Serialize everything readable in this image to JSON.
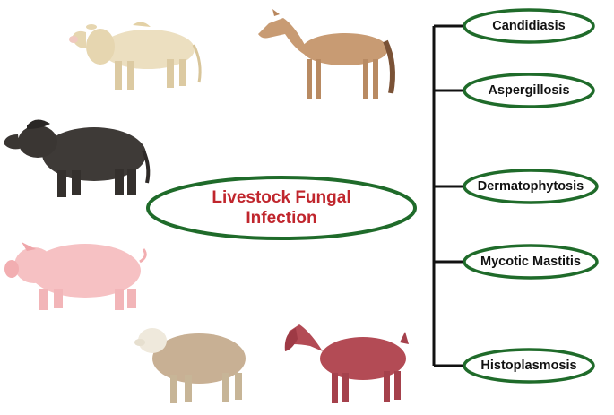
{
  "central": {
    "line1": "Livestock Fungal",
    "line2": "Infection"
  },
  "diseases": [
    {
      "label": "Candidiasis"
    },
    {
      "label": "Aspergillosis"
    },
    {
      "label": "Dermatophytosis"
    },
    {
      "label": "Mycotic Mastitis"
    },
    {
      "label": "Histoplasmosis"
    }
  ],
  "animals": [
    {
      "icon": "cow-icon"
    },
    {
      "icon": "horse-icon"
    },
    {
      "icon": "buffalo-icon"
    },
    {
      "icon": "pig-icon"
    },
    {
      "icon": "sheep-icon"
    },
    {
      "icon": "goat-icon"
    }
  ],
  "colors": {
    "ellipse_stroke": "#1f6b2a",
    "central_text": "#c0262d",
    "connector": "#111111"
  }
}
